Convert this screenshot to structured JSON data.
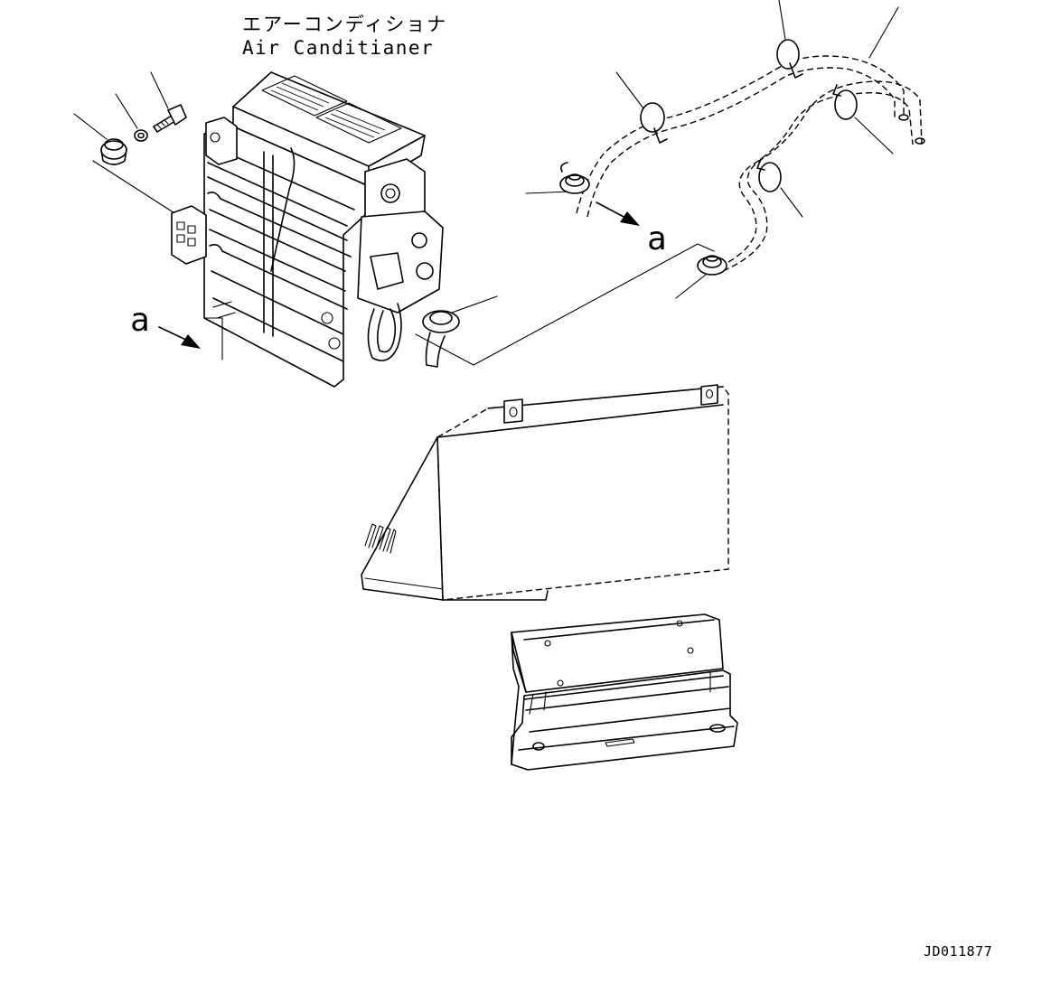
{
  "header": {
    "title_jp": "エアーコンディショナ",
    "title_en": "Air Canditianer"
  },
  "labels": {
    "view_a_left": "a",
    "view_a_right": "a"
  },
  "footer": {
    "drawing_id": "JD011877"
  },
  "colors": {
    "ink": "#000000",
    "paper": "#ffffff"
  }
}
